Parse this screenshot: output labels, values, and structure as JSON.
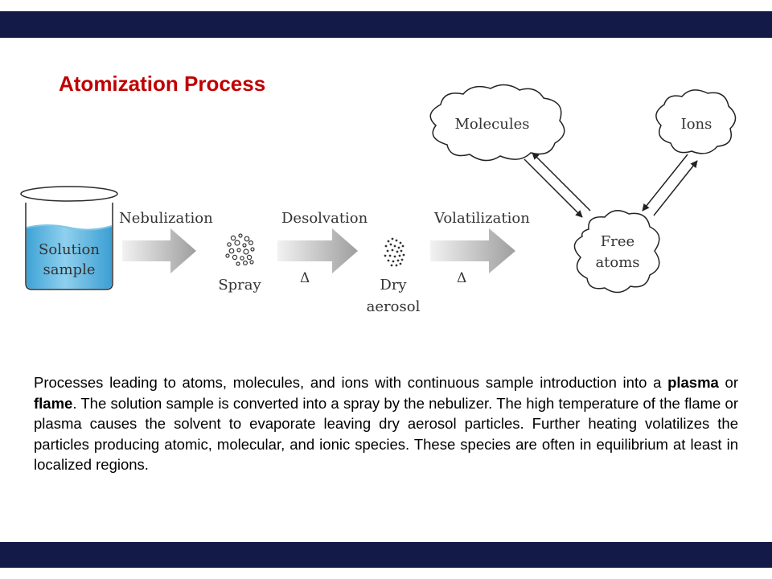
{
  "title": "Atomization Process",
  "diagram": {
    "beaker_label_line1": "Solution",
    "beaker_label_line2": "sample",
    "steps": [
      {
        "label": "Nebulization",
        "heat_symbol": ""
      },
      {
        "label": "Desolvation",
        "heat_symbol": "Δ"
      },
      {
        "label": "Volatilization",
        "heat_symbol": "Δ"
      }
    ],
    "spray_label": "Spray",
    "dry_aerosol_line1": "Dry",
    "dry_aerosol_line2": "aerosol",
    "molecules_label": "Molecules",
    "ions_label": "Ions",
    "free_atoms_line1": "Free",
    "free_atoms_line2": "atoms"
  },
  "caption": {
    "part1": "Processes leading to atoms, molecules, and ions with continuous sample introduction into a ",
    "bold1": "plasma",
    "part2": " or ",
    "bold2": "flame",
    "part3": ". The solution sample is converted into a spray by the nebulizer. The high temperature of the flame or plasma causes the solvent to evaporate leaving dry aerosol particles. Further heating volatilizes the particles producing atomic, molecular, and ionic species. These species are often in equilibrium at least in localized regions."
  },
  "colors": {
    "bar": "#141a48",
    "title": "#c00000",
    "liquid": "#5fb8df",
    "arrow": "#a3a3a3"
  }
}
